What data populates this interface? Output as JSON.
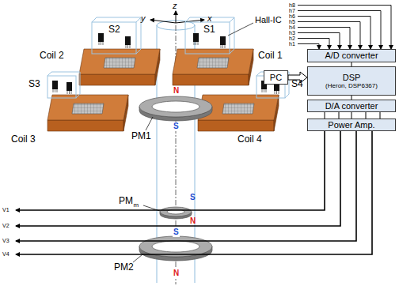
{
  "diagram": {
    "nodes": [
      {
        "text": [
          "A/D converter"
        ]
      },
      {
        "text": [
          "PC"
        ]
      },
      {
        "text": [
          "DSP",
          "(Heron, DSP6367)"
        ]
      },
      {
        "text": [
          "D/A converter"
        ]
      },
      {
        "text": [
          "Power Amp."
        ]
      }
    ],
    "edges": [
      {
        "from": 0,
        "to": 2,
        "arrow": "none"
      },
      {
        "from": 1,
        "to": 2,
        "arrow": "to"
      },
      {
        "from": 2,
        "to": 3,
        "arrow": "none"
      },
      {
        "from": 3,
        "to": 4,
        "arrow": "none"
      }
    ],
    "labels": [
      "z",
      "y",
      "x",
      "Hall-IC",
      "S2",
      "S1",
      "Coil 2",
      "Coil 1",
      "S3",
      "S4",
      "Coil 3",
      "Coil 4",
      "N",
      "S",
      "PM1",
      "PM",
      "m",
      "S",
      "N",
      "PM2",
      "S",
      "N",
      "h8",
      "h7",
      "h6",
      "h5",
      "h4",
      "h3",
      "h2",
      "h1",
      "V1",
      "V2",
      "V3",
      "V4"
    ]
  }
}
